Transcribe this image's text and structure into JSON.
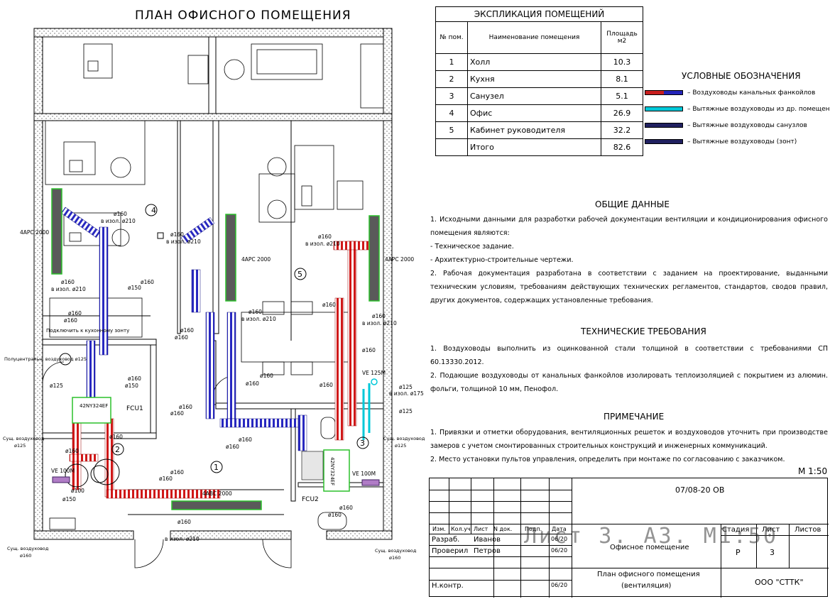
{
  "plan_title": "ПЛАН ОФИСНОГО ПОМЕЩЕНИЯ",
  "explication": {
    "caption": "ЭКСПЛИКАЦИЯ ПОМЕЩЕНИЙ",
    "headers": [
      "№ пом.",
      "Наименование помещения",
      "Площадь м2"
    ],
    "rows": [
      {
        "num": "1",
        "name": "Холл",
        "area": "10.3"
      },
      {
        "num": "2",
        "name": "Кухня",
        "area": "8.1"
      },
      {
        "num": "3",
        "name": "Санузел",
        "area": "5.1"
      },
      {
        "num": "4",
        "name": "Офис",
        "area": "26.9"
      },
      {
        "num": "5",
        "name": "Кабинет руководителя",
        "area": "32.2"
      },
      {
        "num": "",
        "name": "Итого",
        "area": "82.6"
      }
    ]
  },
  "legend": {
    "title": "УСЛОВНЫЕ ОБОЗНАЧЕНИЯ",
    "items": [
      {
        "label": "– Воздуховоды канальных фанкойлов",
        "color": "#c81e1e",
        "color2": "#2424b8"
      },
      {
        "label": "– Вытяжные воздуховоды из др. помещения",
        "color": "#00c8d8",
        "color2": "#00c8d8"
      },
      {
        "label": "– Вытяжные воздуховоды санузлов",
        "color": "#202060",
        "color2": "#202060"
      },
      {
        "label": "– Вытяжные воздуховоды (зонт)",
        "color": "#202060",
        "color2": "#202060"
      }
    ]
  },
  "general": {
    "title": "ОБЩИЕ ДАННЫЕ",
    "text": "1. Исходными данными для разработки рабочей документации вентиляции и кондиционирования офисного помещения являются:\n- Техническое задание.\n- Архитектурно-строительные чертежи.\n2. Рабочая документация разработана в соответствии с заданием на проектирование, выданными техническим условиям, требованиям действующих технических регламентов, стандартов, сводов правил, других документов, содержащих установленные требования."
  },
  "tech": {
    "title": "ТЕХНИЧЕСКИЕ ТРЕБОВАНИЯ",
    "text": "1. Воздуховоды выполнить из оцинкованной стали толщиной в соответствии с требованиями СП 60.13330.2012.\n2. Подающие воздуховоды от канальных фанкойлов изолировать теплоизоляцией с покрытием из алюмин. фольги, толщиной 10 мм, Пенофол."
  },
  "note": {
    "title": "ПРИМЕЧАНИЕ",
    "text": "1. Привязки и отметки оборудования, вентиляционных решеток и воздуховодов уточнить при производстве замеров с учетом смонтированных строительных конструкций и инженерных коммуникаций.\n2. Место установки пультов управления, определить при монтаже по согласованию с заказчиком."
  },
  "scale": "М 1:50",
  "titleblock": {
    "code": "07/08-20 ОВ",
    "header_cols": [
      "Изм.",
      "Кол.уч",
      "Лист",
      "N док.",
      "Подп.",
      "Дата"
    ],
    "rows": [
      {
        "role": "Разраб.",
        "name": "Иванов",
        "date": "06/20"
      },
      {
        "role": "Проверил",
        "name": "Петров",
        "date": "06/20"
      },
      {
        "role": "Н.контр.",
        "name": "",
        "date": "06/20"
      }
    ],
    "object_name": "Офисное помещение",
    "sheet_name_1": "План офисного помещения",
    "sheet_name_2": "(вентиляция)",
    "stage_label": "Стадия",
    "sheet_label": "Лист",
    "sheets_label": "Листов",
    "stage": "Р",
    "sheet": "3",
    "sheets": "",
    "company": "ООО \"СТТК\"",
    "watermark": "Лист 3. А3. М1:50"
  },
  "plan_labels": {
    "rooms": [
      "1",
      "2",
      "3",
      "4",
      "5"
    ],
    "ac_left": "4АРС 2000",
    "ac_mid": "4АРС 2000",
    "ac_right": "4АРС 2000",
    "ac_bottom": "4АВС 2000",
    "fcu1": "FCU1",
    "fcu2": "FCU2",
    "unit1": "42NY324EF",
    "unit2": "42NY324EF",
    "d160": "ø160",
    "d210": "в изол. ø210",
    "d125": "ø125",
    "d150": "ø150",
    "d100": "ø100",
    "d175": "в изол. ø175",
    "ve125": "VE 125M",
    "ve100": "VE 100M",
    "connect": "Подключить к кухонному зонту",
    "existing_duct": "Полуцентральн. воздуховод ø125",
    "exist1": "Сущ. воздуховод",
    "exist2": "ø125",
    "exist3": "ø160"
  }
}
